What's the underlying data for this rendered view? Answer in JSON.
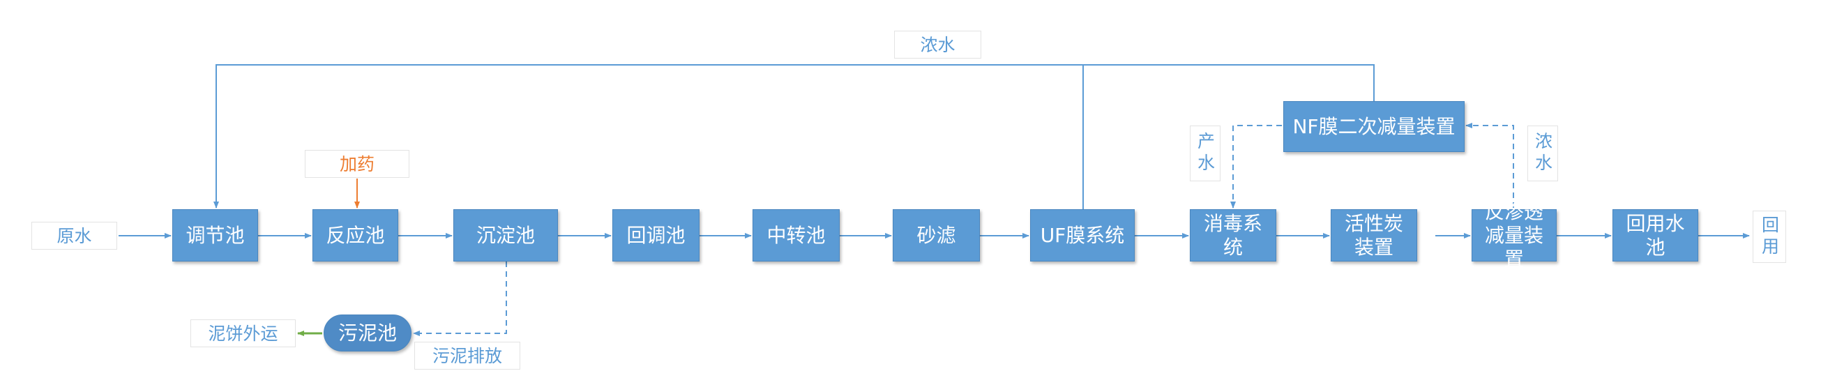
{
  "nodes": {
    "tiaojiechi": "调节池",
    "fanyingchi": "反应池",
    "chendianchi": "沉淀池",
    "huitiaochi": "回调池",
    "zhongzhuanchi": "中转池",
    "shalv": "砂滤",
    "uf": "UF膜系统",
    "xiaodu": "消毒系统",
    "huoxingtan": "活性炭装置",
    "fanshentou": "反渗透减量装置",
    "huiyongshuichi": "回用水池",
    "nf": "NF膜二次减量装置",
    "wunichi": "污泥池"
  },
  "labels": {
    "yuanshui": "原水",
    "jiayao": "加药",
    "nongshui_top": "浓水",
    "chanshui": "产水",
    "nongshui_right": "浓水",
    "huiyong": "回用",
    "wunipaifang": "污泥排放",
    "nibingwaiyun": "泥饼外运"
  },
  "colors": {
    "node_fill": "#5b9bd5",
    "line": "#5b9bd5",
    "dosing_arrow": "#ed7d31",
    "sludge_arrow": "#70ad47"
  }
}
